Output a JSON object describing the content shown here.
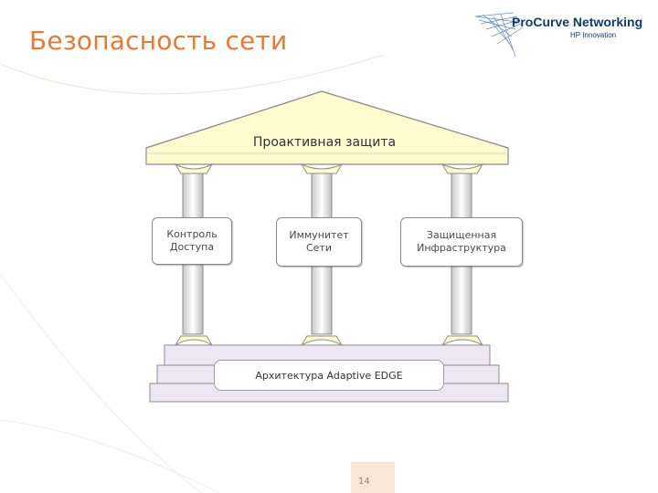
{
  "title": "Безопасность сети",
  "logo": {
    "main": "ProCurve Networking",
    "sub": "HP Innovation"
  },
  "roof": {
    "label": "Проактивная защита"
  },
  "pillars": [
    {
      "line1": "Контроль",
      "line2": "Доступа"
    },
    {
      "line1": "Иммунитет",
      "line2": "Сети"
    },
    {
      "line1": "Защищенная",
      "line2": "Инфраструктура"
    }
  ],
  "base": {
    "label": "Архитектура Adaptive EDGE"
  },
  "page_number": "14",
  "colors": {
    "title": "#e07b39",
    "structure_fill": "#fffbd0",
    "structure_stroke": "#8c8c8c",
    "logo": "#123a6b"
  }
}
